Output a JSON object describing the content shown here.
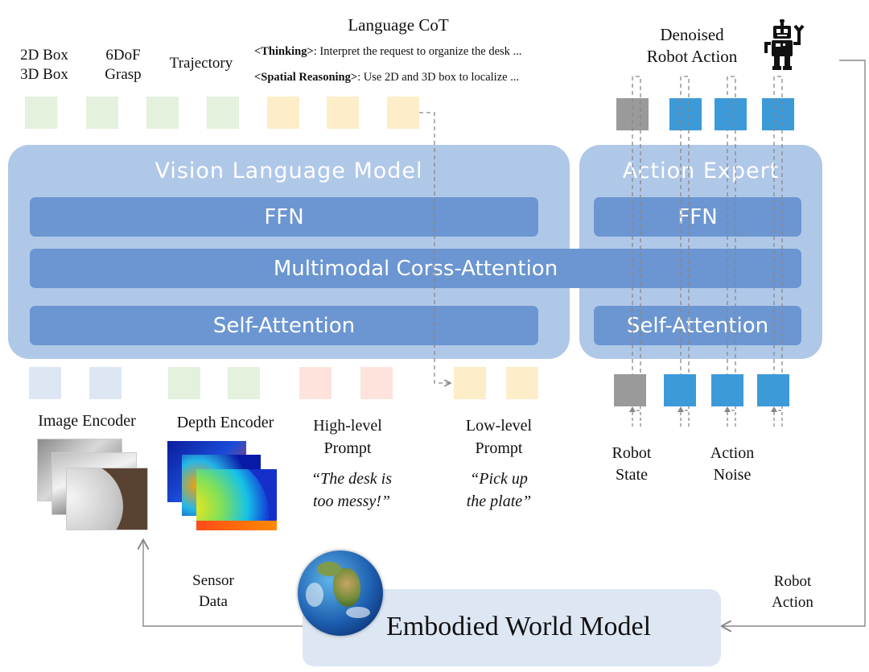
{
  "top": {
    "box_label": [
      "2D Box",
      "3D Box"
    ],
    "grasp_label": [
      "6DoF",
      "Grasp"
    ],
    "trajectory_label": "Trajectory",
    "cot_title": "Language CoT",
    "cot_thinking_tag": "<Thinking>",
    "cot_thinking_text": ": Interpret the request to organize the desk ...",
    "cot_spatial_tag": "<Spatial Reasoning>",
    "cot_spatial_text": ": Use 2D and 3D box to localize ...",
    "denoised_label": [
      "Denoised",
      "Robot Action"
    ]
  },
  "vlm": {
    "title": "Vision Language Model",
    "ffn": "FFN",
    "cross_attention": "Multimodal Corss-Attention",
    "self_attention": "Self-Attention"
  },
  "action_expert": {
    "title": "Action Expert",
    "ffn": "FFN",
    "self_attention": "Self-Attention"
  },
  "inputs": {
    "image_encoder": "Image Encoder",
    "depth_encoder": "Depth Encoder",
    "high_level": [
      "High-level",
      "Prompt"
    ],
    "high_level_quote": [
      "“The desk is",
      "too messy!”"
    ],
    "low_level": [
      "Low-level",
      "Prompt"
    ],
    "low_level_quote": [
      "“Pick up",
      "the plate”"
    ],
    "robot_state": [
      "Robot",
      "State"
    ],
    "action_noise": [
      "Action",
      "Noise"
    ]
  },
  "bottom": {
    "sensor_data": [
      "Sensor",
      "Data"
    ],
    "robot_action": [
      "Robot",
      "Action"
    ],
    "world_model": "Embodied World Model"
  },
  "colors": {
    "panel": "#b0c8e8",
    "bar": "#6b96d1",
    "action_token": "#3d9ad8",
    "state_token": "#9a9a9a",
    "world_box": "#dde7f3"
  }
}
